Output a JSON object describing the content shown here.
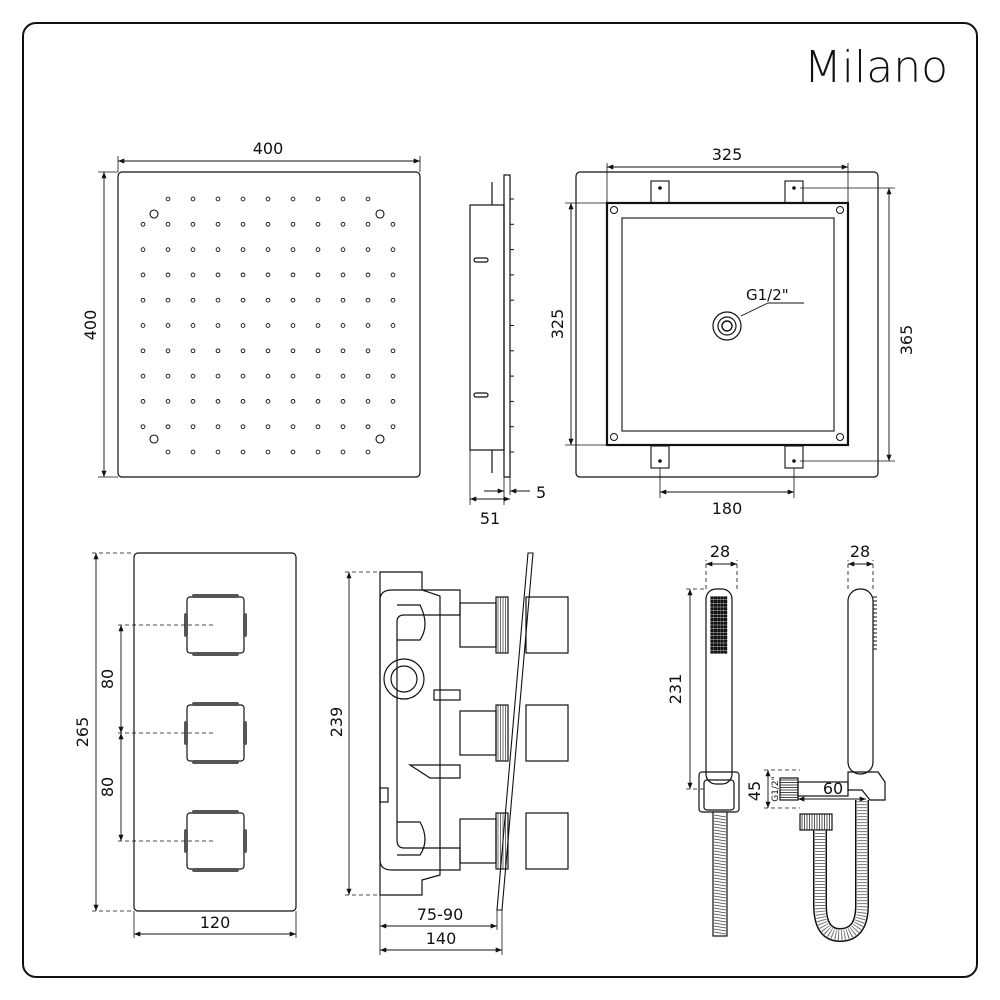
{
  "brand": {
    "name": "Milano"
  },
  "views": {
    "shower_head_front": {
      "width": "400",
      "height": "400"
    },
    "shower_head_side": {
      "depth": "51",
      "plate": "5"
    },
    "shower_head_back": {
      "width": "325",
      "height": "325",
      "overall_height": "365",
      "bracket_spacing": "180",
      "connection": "G1/2\""
    },
    "valve_front": {
      "height": "265",
      "spacing_top": "80",
      "spacing_bottom": "80",
      "width": "120"
    },
    "valve_side": {
      "height": "239",
      "adjust": "75-90",
      "depth": "140"
    },
    "handset_front": {
      "width": "28",
      "length": "231"
    },
    "handset_side": {
      "width": "28",
      "outlet_height": "45",
      "outlet_thread": "G1/2\"",
      "outlet_depth": "60"
    }
  }
}
